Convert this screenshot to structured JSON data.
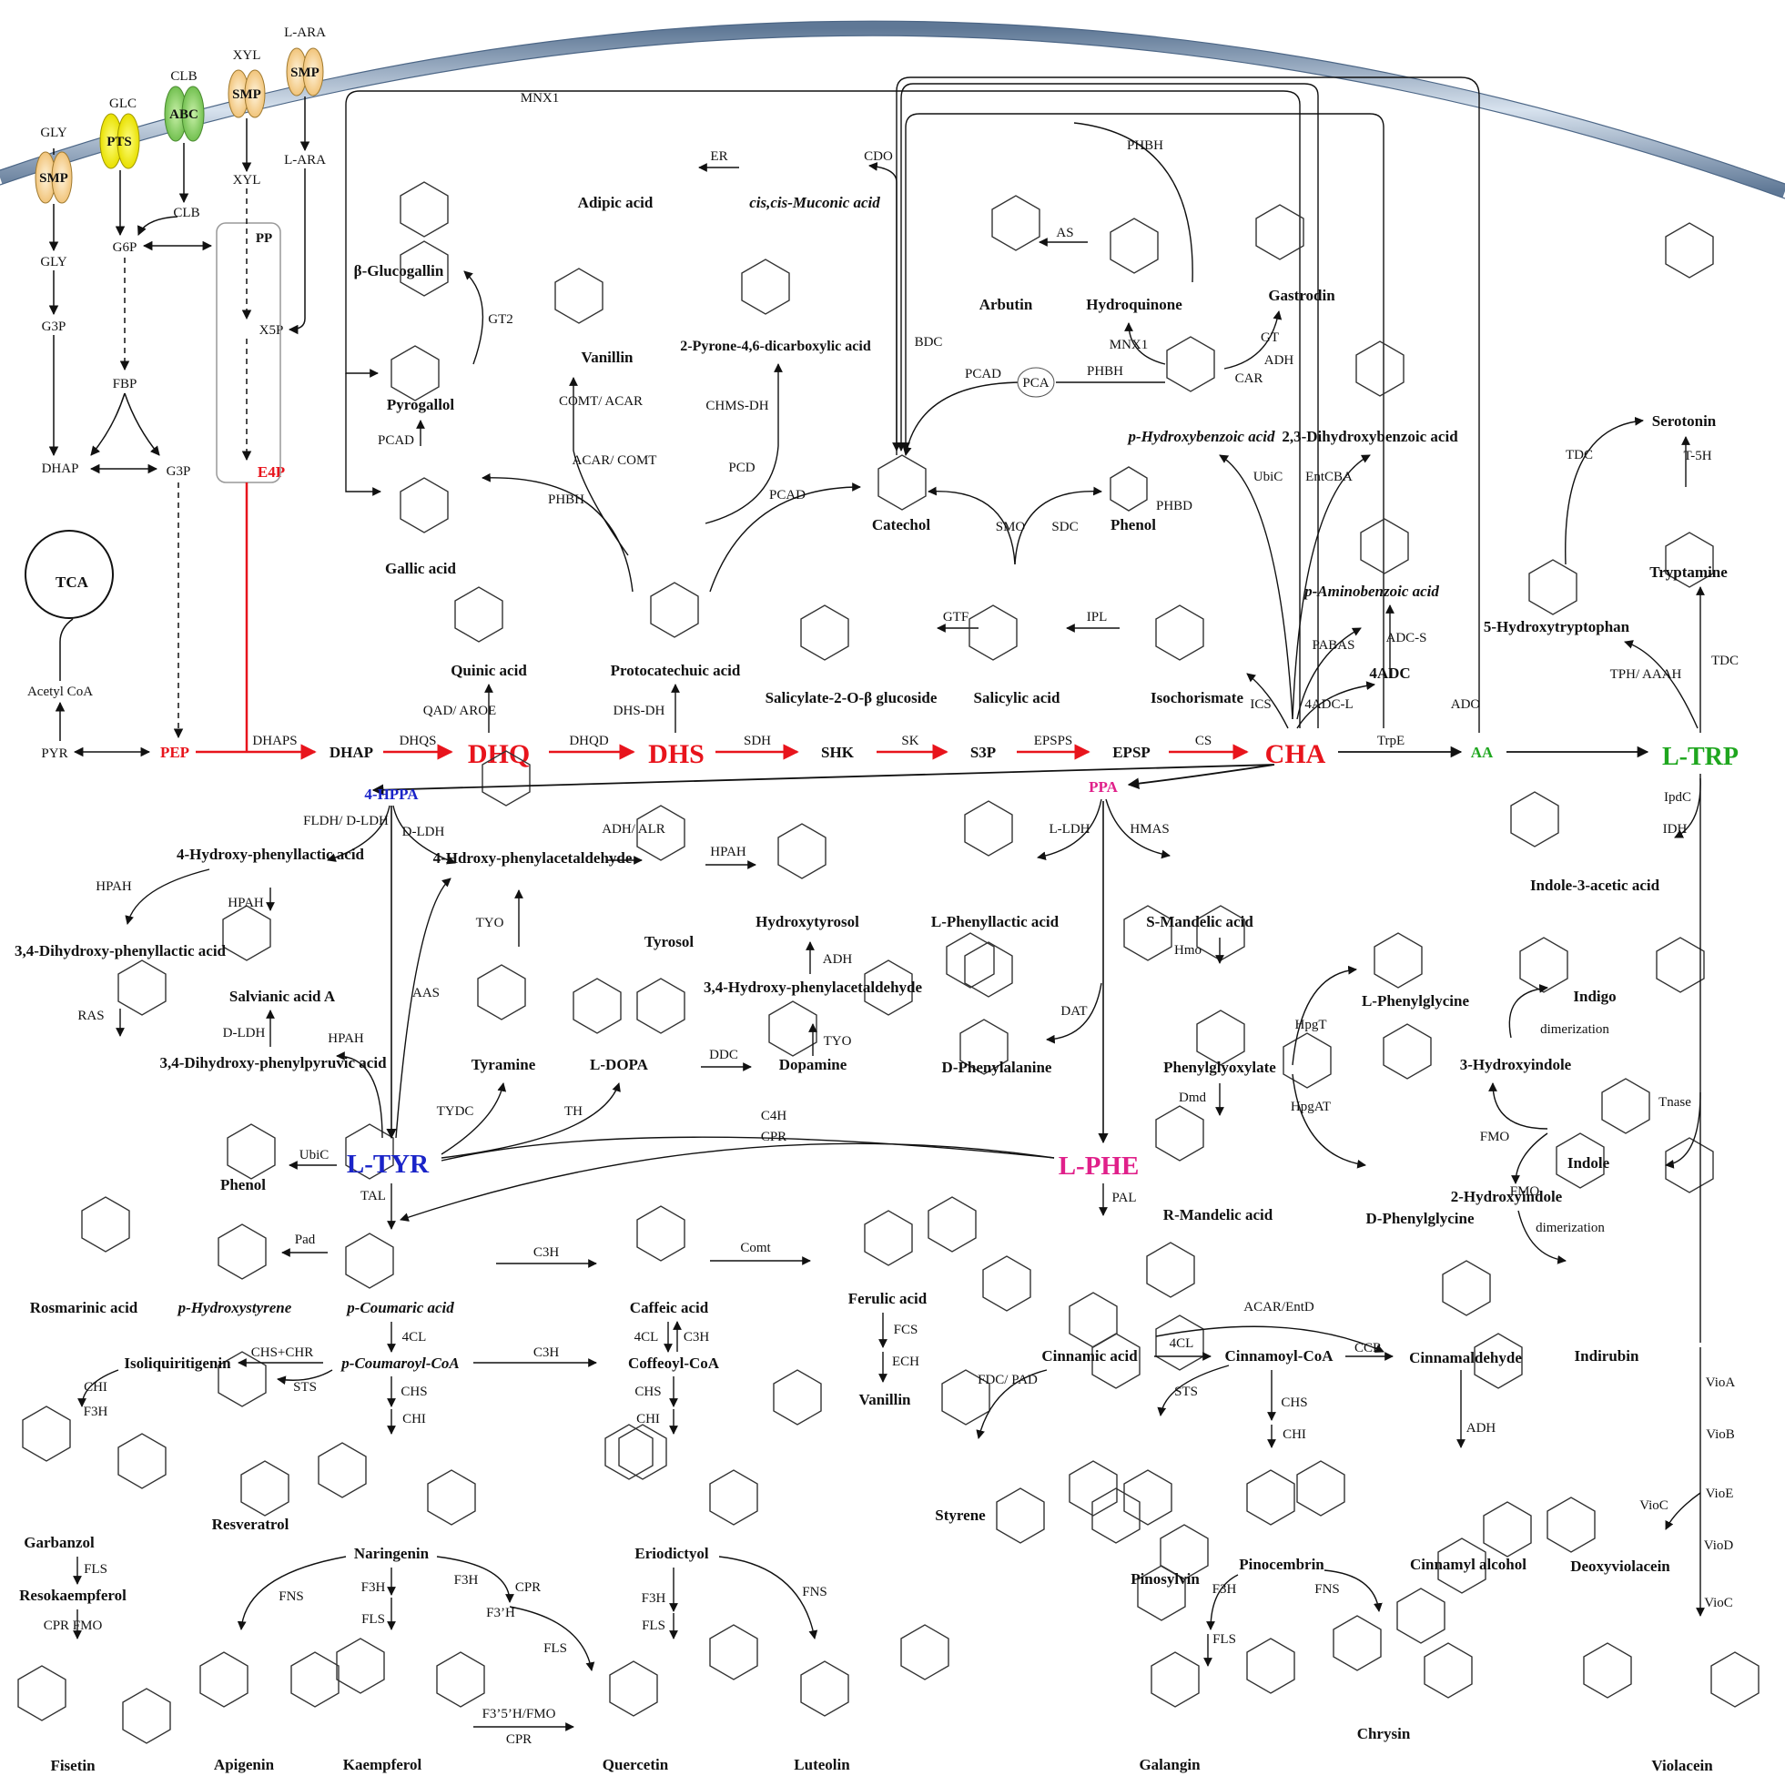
{
  "colors": {
    "red": "#e8141c",
    "blue": "#1a24c8",
    "pink": "#e0208a",
    "green": "#1ea61e",
    "smp": "#f7d9a1",
    "pts": "#f4f000",
    "abc": "#8fd46a",
    "membrane": "#8fa7c2"
  },
  "transporters": {
    "smp1": "SMP",
    "pts": "PTS",
    "abc": "ABC",
    "smp2": "SMP",
    "smp3": "SMP"
  },
  "sugars": {
    "gly_out": "GLY",
    "glc": "GLC",
    "clb_out": "CLB",
    "xyl_out": "XYL",
    "lara_out": "L-ARA",
    "gly_in": "GLY",
    "clb_in": "CLB",
    "xyl_in": "XYL",
    "lara_in": "L-ARA",
    "g6p": "G6P",
    "g3p_1": "G3P",
    "fbp": "FBP",
    "dhap_1": "DHAP",
    "g3p_2": "G3P",
    "pp": "PP",
    "x5p": "X5P",
    "e4p": "E4P",
    "tca": "TCA",
    "acetyl_coa": "Acetyl CoA",
    "pyr": "PYR",
    "pep": "PEP"
  },
  "main_path": {
    "dhap": "DHAP",
    "dhq": "DHQ",
    "dhs": "DHS",
    "shk": "SHK",
    "s3p": "S3P",
    "epsp": "EPSP",
    "cha": "CHA",
    "aa": "AA",
    "l_trp": "L-TRP",
    "enz_dhaps": "DHAPS",
    "enz_dhqs": "DHQS",
    "enz_dhqd": "DHQD",
    "enz_sdh": "SDH",
    "enz_sk": "SK",
    "enz_epsps": "EPSPS",
    "enz_cs": "CS",
    "enz_trpe": "TrpE"
  },
  "upper": {
    "mnx1_top": "MNX1",
    "phbh_top": "PHBH",
    "cdo": "CDO",
    "er": "ER",
    "adipic": "Adipic acid",
    "muconic": "cis,cis-Muconic acid",
    "b_glucogallin": "β-Glucogallin",
    "gt2": "GT2",
    "pyrogallol": "Pyrogallol",
    "pcad1": "PCAD",
    "gallic": "Gallic acid",
    "vanillin_top": "Vanillin",
    "pdc_label": "2-Pyrone-4,6-dicarboxylic acid",
    "comt_acar": "COMT/ ACAR",
    "chms_dh": "CHMS-DH",
    "acar_comt": "ACAR/ COMT",
    "pcd": "PCD",
    "phbh_left": "PHBH",
    "pcad_center": "PCAD",
    "quinic": "Quinic acid",
    "qad": "QAD/ AROE",
    "protocatechuic": "Protocatechuic acid",
    "dhs_dh": "DHS-DH",
    "catechol": "Catechol",
    "bdc": "BDC",
    "pcad_right": "PCAD",
    "pca": "PCA",
    "phbh_mid": "PHBH",
    "arbutin": "Arbutin",
    "as": "AS",
    "hydroquinone": "Hydroquinone",
    "mnx1_mid": "MNX1",
    "gastrodin": "Gastrodin",
    "gt": "GT",
    "adh": "ADH",
    "car": "CAR",
    "phba": "p-Hydroxybenzoic acid",
    "dhba": "2,3-Dihydroxybenzoic acid",
    "phenol_top": "Phenol",
    "phbd": "PHBD",
    "smo": "SMO",
    "sdc": "SDC",
    "ubic_top": "UbiC",
    "entcba": "EntCBA",
    "paba": "p-Aminobenzoic acid",
    "adc_s": "ADC-S",
    "pabas": "PABAS",
    "adc": "4ADC",
    "adc_l": "4ADC-L",
    "ics": "ICS",
    "isochorismate": "Isochorismate",
    "ipl": "IPL",
    "salicylic": "Salicylic acid",
    "gtf": "GTF",
    "salicylate_glc": "Salicylate-2-O-β glucoside",
    "ado": "ADO"
  },
  "trp_branch": {
    "serotonin": "Serotonin",
    "tdc1": "TDC",
    "t5h": "T-5H",
    "tryptamine": "Tryptamine",
    "htp": "5-Hydroxytryptophan",
    "tph": "TPH/ AAAH",
    "tdc2": "TDC",
    "ipdc": "IpdC",
    "idh": "IDH",
    "iaa": "Indole-3-acetic acid",
    "indigo": "Indigo",
    "dimer1": "dimerization",
    "hydroxyindole3": "3-Hydroxyindole",
    "fmo1": "FMO",
    "indole": "Indole",
    "tnase": "Tnase",
    "fmo2": "FMO",
    "hydroxyindole2": "2-Hydroxyindole",
    "dimer2": "dimerization",
    "indirubin": "Indirubin",
    "vioa": "VioA",
    "viob": "VioB",
    "vioe": "VioE",
    "vioc1": "VioC",
    "viod": "VioD",
    "vioc2": "VioC",
    "deoxyviolacein": "Deoxyviolacein",
    "violacein": "Violacein"
  },
  "tyr_branch": {
    "hppa": "4-HPPA",
    "fldh": "FLDH/ D-LDH",
    "d_ldh": "D-LDH",
    "hpla": "4-Hydroxy-phenyllactic acid",
    "hpah1": "HPAH",
    "hpah2": "HPAH",
    "dhpla": "3,4-Dihydroxy-phenyllactic acid",
    "salvianic": "Salvianic acid A",
    "ras": "RAS",
    "d_ldh2": "D-LDH",
    "dhppa": "3,4-Dihydroxy-phenylpyruvic acid",
    "hpah3": "HPAH",
    "aas": "AAS",
    "hpaa": "4-Hdroxy-phenylacetaldehyde",
    "tyo1": "TYO",
    "adh_alr": "ADH/ ALR",
    "tyrosol": "Tyrosol",
    "hpah4": "HPAH",
    "hydroxytyrosol": "Hydroxytyrosol",
    "adh2": "ADH",
    "dhpaa": "3,4-Hydroxy-phenylacetaldehyde",
    "tyo2": "TYO",
    "tyramine": "Tyramine",
    "l_dopa": "L-DOPA",
    "ddc": "DDC",
    "dopamine": "Dopamine",
    "tydc": "TYDC",
    "th": "TH",
    "l_tyr": "L-TYR",
    "ubic": "UbiC",
    "phenol": "Phenol",
    "rosmarinic": "Rosmarinic acid",
    "pad": "Pad",
    "p_hs": "p-Hydroxystyrene",
    "tal": "TAL"
  },
  "phe_branch": {
    "ppa": "PPA",
    "l_ldh": "L-LDH",
    "hmas": "HMAS",
    "l_pla": "L-Phenyllactic acid",
    "s_mandelic": "S-Mandelic acid",
    "hmo": "Hmo",
    "phenylglyoxylate": "Phenylglyoxylate",
    "d_phe": "D-Phenylalanine",
    "dat": "DAT",
    "l_phg": "L-Phenylglycine",
    "hpgt": "HpgT",
    "dmd": "Dmd",
    "r_mandelic": "R-Mandelic acid",
    "hpgat": "HpgAT",
    "d_phg": "D-Phenylglycine",
    "l_phe": "L-PHE",
    "c4h": "C4H",
    "cpr": "CPR",
    "pal": "PAL"
  },
  "phenylprop": {
    "p_coumaric": "p-Coumaric acid",
    "c3h1": "C3H",
    "caffeic": "Caffeic acid",
    "comt": "Comt",
    "ferulic": "Ferulic acid",
    "fcs": "FCS",
    "ech": "ECH",
    "vanillin": "Vanillin",
    "4cl1": "4CL",
    "4cl2": "4CL",
    "c3h2": "C3H",
    "c3h3": "C3H",
    "p_coumaroyl": "p-Coumaroyl-CoA",
    "coffeoyl": "Coffeoyl-CoA",
    "isoliq": "Isoliquiritigenin",
    "chs_chr": "CHS+CHR",
    "sts1": "STS",
    "chi1": "CHI",
    "f3h1": "F3H",
    "garbanzol": "Garbanzol",
    "fls1": "FLS",
    "resokaempferol": "Resokaempferol",
    "cpr_fmo": "CPR FMO",
    "fisetin": "Fisetin",
    "resveratrol": "Resveratrol",
    "chs1": "CHS",
    "chi2": "CHI",
    "naringenin": "Naringenin",
    "fns1": "FNS",
    "f3h2": "F3H",
    "fls2": "FLS",
    "f3h3": "F3H",
    "cpr2": "CPR",
    "f3h_prime": "F3’H",
    "fls3": "FLS",
    "apigenin": "Apigenin",
    "kaempferol": "Kaempferol",
    "f35h": "F3’5’H/FMO",
    "cpr3": "CPR",
    "quercetin": "Quercetin",
    "chs2": "CHS",
    "chi3": "CHI",
    "eriodictyol": "Eriodictyol",
    "f3h4": "F3H",
    "fls4": "FLS",
    "fns2": "FNS",
    "luteolin": "Luteolin"
  },
  "cinnamic": {
    "cinnamic": "Cinnamic acid",
    "fdc_pad": "FDC/ PAD",
    "styrene": "Styrene",
    "acar_entd": "ACAR/EntD",
    "4cl": "4CL",
    "cinnamoyl": "Cinnamoyl-CoA",
    "ccr": "CCR",
    "cinnamaldehyde": "Cinnamaldehyde",
    "sts": "STS",
    "chs": "CHS",
    "chi": "CHI",
    "adh": "ADH",
    "pinosylvin": "Pinosylvin",
    "pinocembrin": "Pinocembrin",
    "cinnamyl": "Cinnamyl alcohol",
    "f3h": "F3H",
    "fls": "FLS",
    "fns": "FNS",
    "galangin": "Galangin",
    "chrysin": "Chrysin"
  }
}
